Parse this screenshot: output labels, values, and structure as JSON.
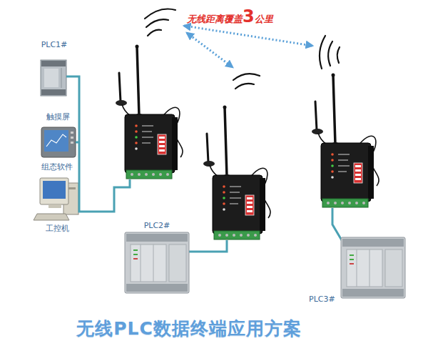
{
  "diagram": {
    "title": "无线PLC数据终端应用方案",
    "nodes": [
      {
        "text": [
          "PLC1#"
        ]
      },
      {
        "text": [
          "触摸屏"
        ]
      },
      {
        "text": [
          "组态软件",
          "工控机"
        ]
      },
      {
        "text": [
          "PLC2#"
        ]
      },
      {
        "text": [
          "PLC3#"
        ]
      }
    ],
    "labels": [
      "无线距离覆盖3公里"
    ]
  }
}
